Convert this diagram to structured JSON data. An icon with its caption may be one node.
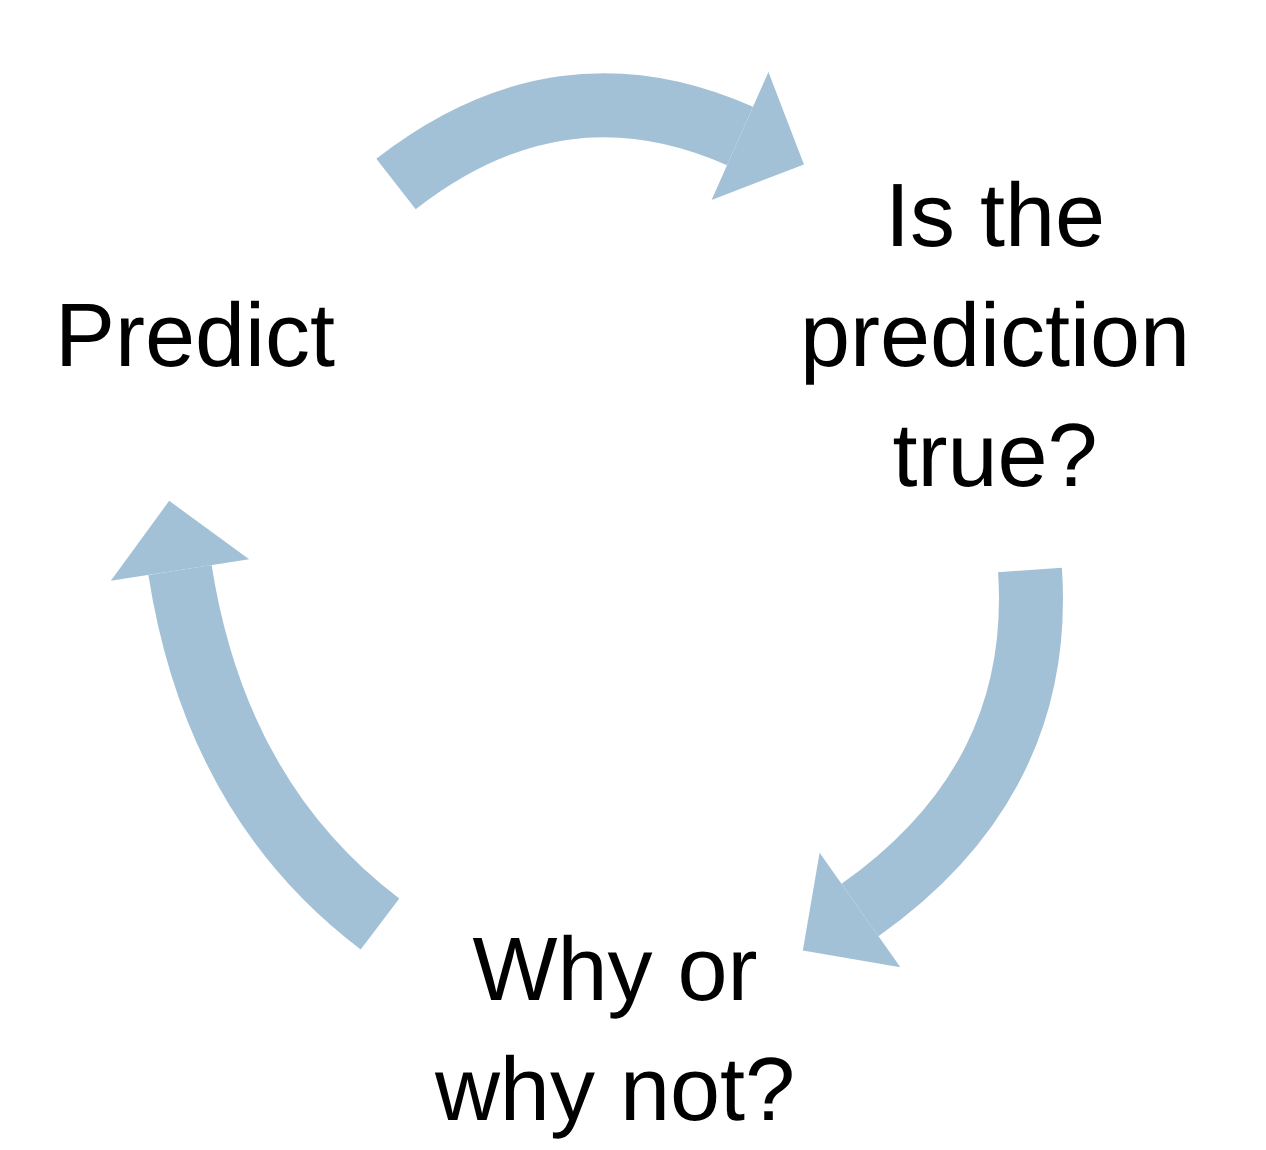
{
  "diagram": {
    "nodes": [
      {
        "text": [
          "Predict"
        ]
      },
      {
        "text": [
          "Is the prediction true?"
        ]
      },
      {
        "text": [
          "Why or why not?"
        ]
      }
    ],
    "edges": [
      {
        "from": 0,
        "to": 1,
        "arrow": "to"
      },
      {
        "from": 1,
        "to": 2,
        "arrow": "to"
      },
      {
        "from": 2,
        "to": 0,
        "arrow": "to"
      }
    ]
  }
}
